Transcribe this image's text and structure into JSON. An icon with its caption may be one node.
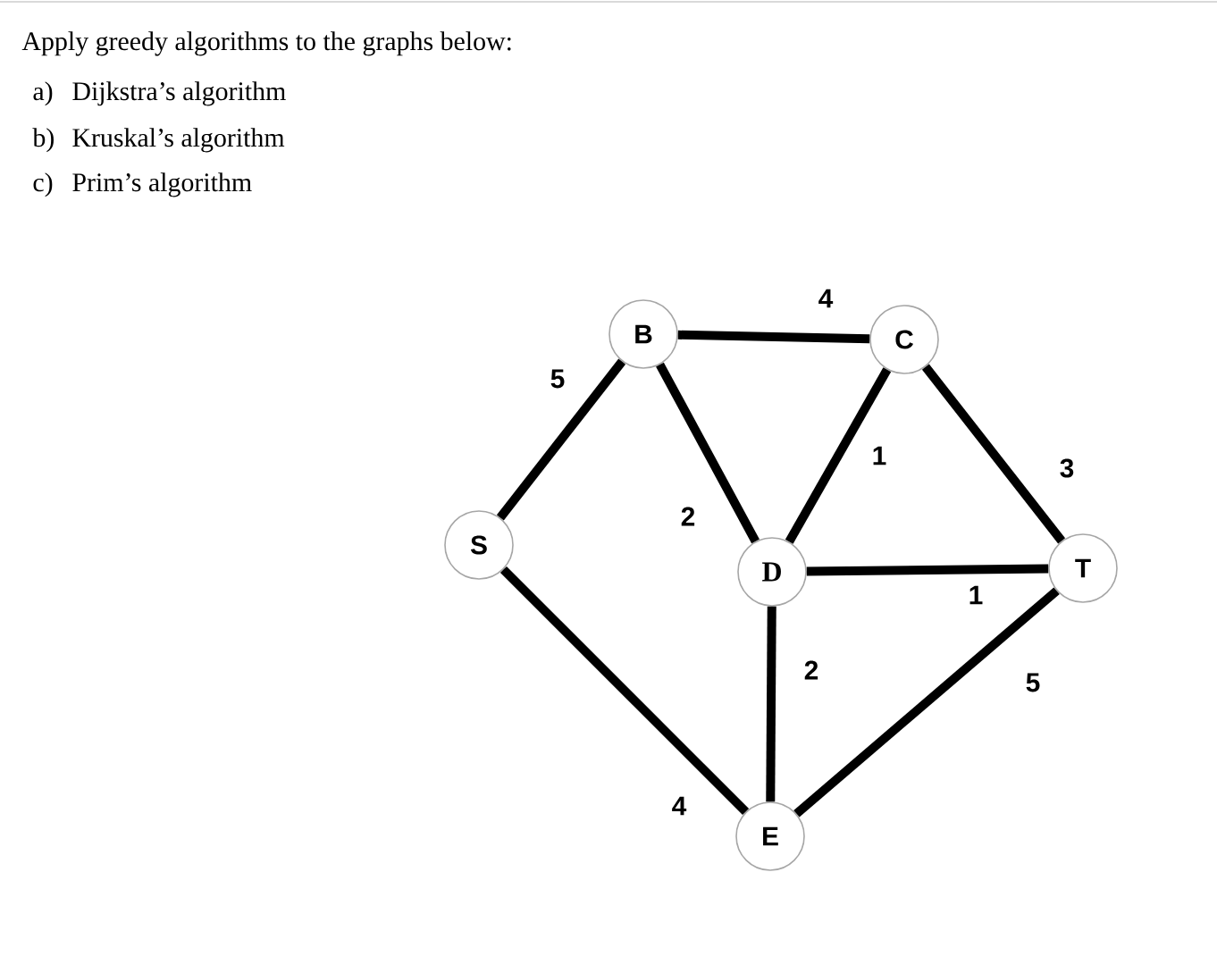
{
  "diagram": {
    "title": "Apply greedy algorithms to the graphs below:",
    "nodes": [
      {
        "text": [
          "S"
        ]
      },
      {
        "text": [
          "B"
        ]
      },
      {
        "text": [
          "C"
        ]
      },
      {
        "text": [
          "D"
        ]
      },
      {
        "text": [
          "T"
        ]
      },
      {
        "text": [
          "E"
        ]
      }
    ],
    "edges": [
      {
        "from": 0,
        "to": 1,
        "arrow": "none",
        "label": "5"
      },
      {
        "from": 1,
        "to": 2,
        "arrow": "none",
        "label": "4"
      },
      {
        "from": 1,
        "to": 3,
        "arrow": "none",
        "label": "2"
      },
      {
        "from": 2,
        "to": 3,
        "arrow": "none",
        "label": "1"
      },
      {
        "from": 2,
        "to": 4,
        "arrow": "none",
        "label": "3"
      },
      {
        "from": 3,
        "to": 4,
        "arrow": "none",
        "label": "1"
      },
      {
        "from": 3,
        "to": 5,
        "arrow": "none",
        "label": "2"
      },
      {
        "from": 0,
        "to": 5,
        "arrow": "none",
        "label": "4"
      },
      {
        "from": 5,
        "to": 4,
        "arrow": "none",
        "label": "5"
      }
    ],
    "labels": [
      "a)",
      "Dijkstra’s algorithm",
      "b)",
      "Kruskal’s algorithm",
      "c)",
      "Prim’s algorithm"
    ]
  }
}
